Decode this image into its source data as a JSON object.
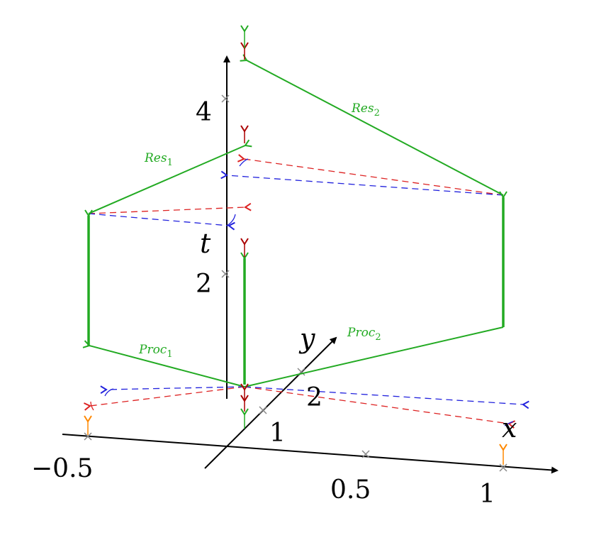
{
  "colors": {
    "axis": "#000000",
    "tick": "#888888",
    "green": "#22aa22",
    "red": "#dd2222",
    "blue": "#2222dd",
    "darkred": "#aa0000",
    "orange": "#ff8800"
  },
  "axes": {
    "x_label": "x",
    "y_label": "y",
    "t_label": "t",
    "x_ticks": [
      "−0.5",
      "0.5",
      "1"
    ],
    "y_ticks": [
      "1",
      "2"
    ],
    "t_ticks": [
      "2",
      "4"
    ]
  },
  "labels": {
    "proc1": {
      "name": "Proc",
      "sub": "1"
    },
    "proc2": {
      "name": "Proc",
      "sub": "2"
    },
    "res1": {
      "name": "Res",
      "sub": "1"
    },
    "res2": {
      "name": "Res",
      "sub": "2"
    }
  }
}
